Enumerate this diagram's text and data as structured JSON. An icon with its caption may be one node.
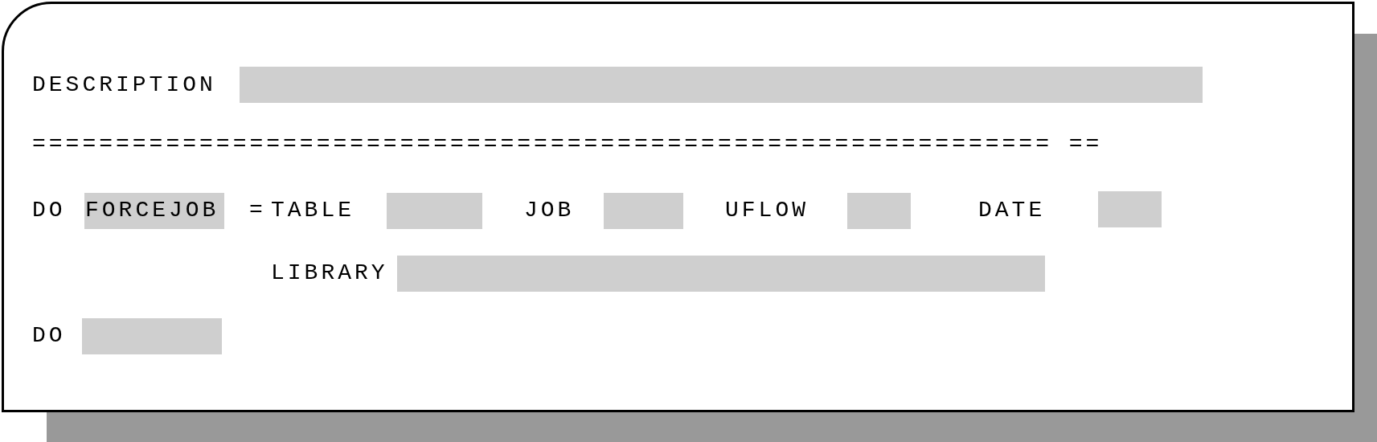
{
  "diagram": {
    "labels": [
      "DESCRIPTION",
      "============================================================= ==",
      "DO",
      "FORCEJOB",
      "=",
      "TABLE",
      "JOB",
      "UFLOW",
      "DATE",
      "LIBRARY",
      "DO"
    ]
  }
}
